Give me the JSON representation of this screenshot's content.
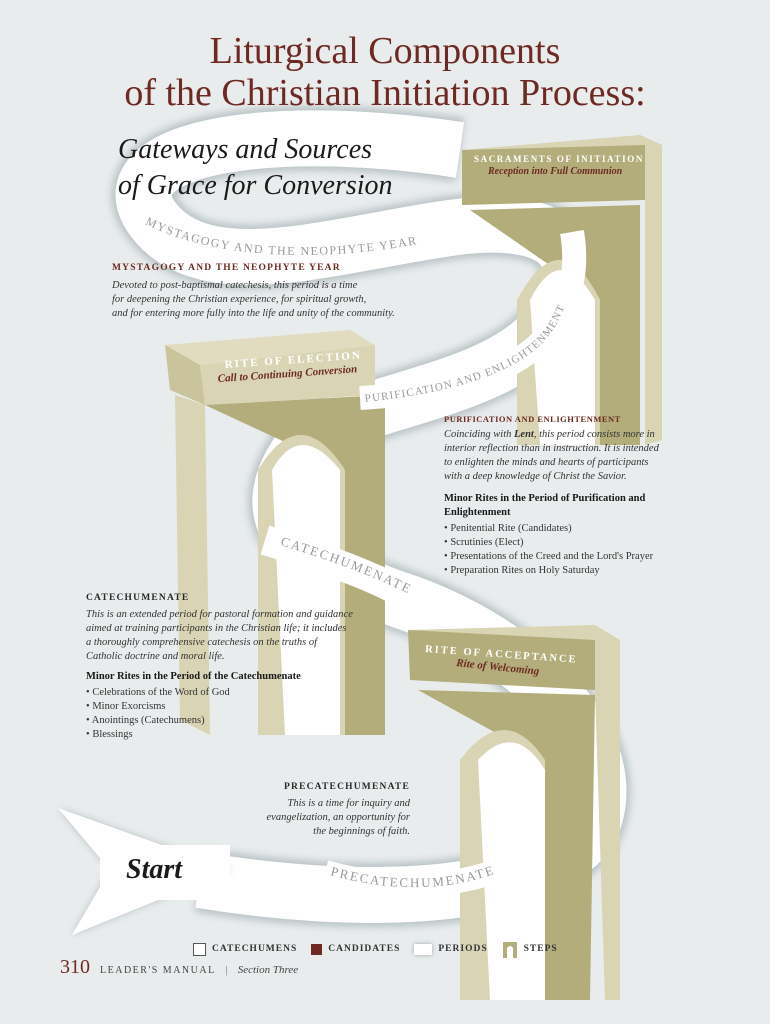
{
  "title_line1": "Liturgical Components",
  "title_line2": "of the Christian Initiation Process:",
  "subtitle_line1": "Gateways and Sources",
  "subtitle_line2": "of Grace for Conversion",
  "colors": {
    "accent": "#6e2a22",
    "arch": "#b2ad7a",
    "arch_light": "#d9d4b3",
    "background": "#e9eced",
    "period": "#ffffff"
  },
  "ribbons": {
    "mystagogy": "MYSTAGOGY AND THE NEOPHYTE YEAR",
    "purification": "PURIFICATION AND ENLIGHTENMENT",
    "catechumenate": "CATECHUMENATE",
    "precatechumenate": "PRECATECHUMENATE",
    "start": "Start"
  },
  "arches": {
    "sacraments": {
      "title": "SACRAMENTS OF INITIATION",
      "subtitle": "Reception into Full Communion"
    },
    "election": {
      "title": "RITE OF ELECTION",
      "subtitle": "Call to Continuing Conversion"
    },
    "acceptance": {
      "title": "RITE OF ACCEPTANCE",
      "subtitle": "Rite of Welcoming"
    }
  },
  "sections": {
    "mystagogy": {
      "heading": "MYSTAGOGY AND THE NEOPHYTE YEAR",
      "lines": [
        "Devoted to post-baptismal catechesis, this period is a time",
        "for deepening the Christian experience, for spiritual growth,",
        "and for entering more fully into the life and unity of the community."
      ]
    },
    "purification": {
      "heading": "PURIFICATION AND ENLIGHTENMENT",
      "text_before": "Coinciding with ",
      "text_bold": "Lent",
      "text_after": ", this period consists more in interior reflection than in instruction. It is intended to enlighten the minds and hearts of participants with a deep knowledge of Christ the Savior.",
      "minor_heading": "Minor Rites in the Period of Purification and Enlightenment",
      "items": [
        "Penitential Rite (Candidates)",
        "Scrutinies (Elect)",
        "Presentations of the Creed and the Lord's Prayer",
        "Preparation Rites on Holy Saturday"
      ]
    },
    "catechumenate": {
      "heading": "CATECHUMENATE",
      "text": "This is an extended period for pastoral formation and guidance aimed at training participants in the Christian life; it includes a thoroughly comprehensive catechesis on the truths of Catholic doctrine and moral life.",
      "minor_heading": "Minor Rites in the Period of the Catechumenate",
      "items": [
        "Celebrations of the Word of God",
        "Minor Exorcisms",
        "Anointings (Catechumens)",
        "Blessings"
      ]
    },
    "precatechumenate": {
      "heading": "PRECATECHUMENATE",
      "lines": [
        "This is a time for inquiry and",
        "evangelization, an opportunity for",
        "the beginnings of faith."
      ]
    }
  },
  "legend": [
    {
      "label": "CATECHUMENS",
      "icon": "outline-square"
    },
    {
      "label": "CANDIDATES",
      "icon": "filled-square"
    },
    {
      "label": "PERIODS",
      "icon": "white-ribbon"
    },
    {
      "label": "STEPS",
      "icon": "arch"
    }
  ],
  "footer": {
    "page": "310",
    "manual": "LEADER'S MANUAL",
    "separator": "|",
    "section": "Section Three"
  }
}
